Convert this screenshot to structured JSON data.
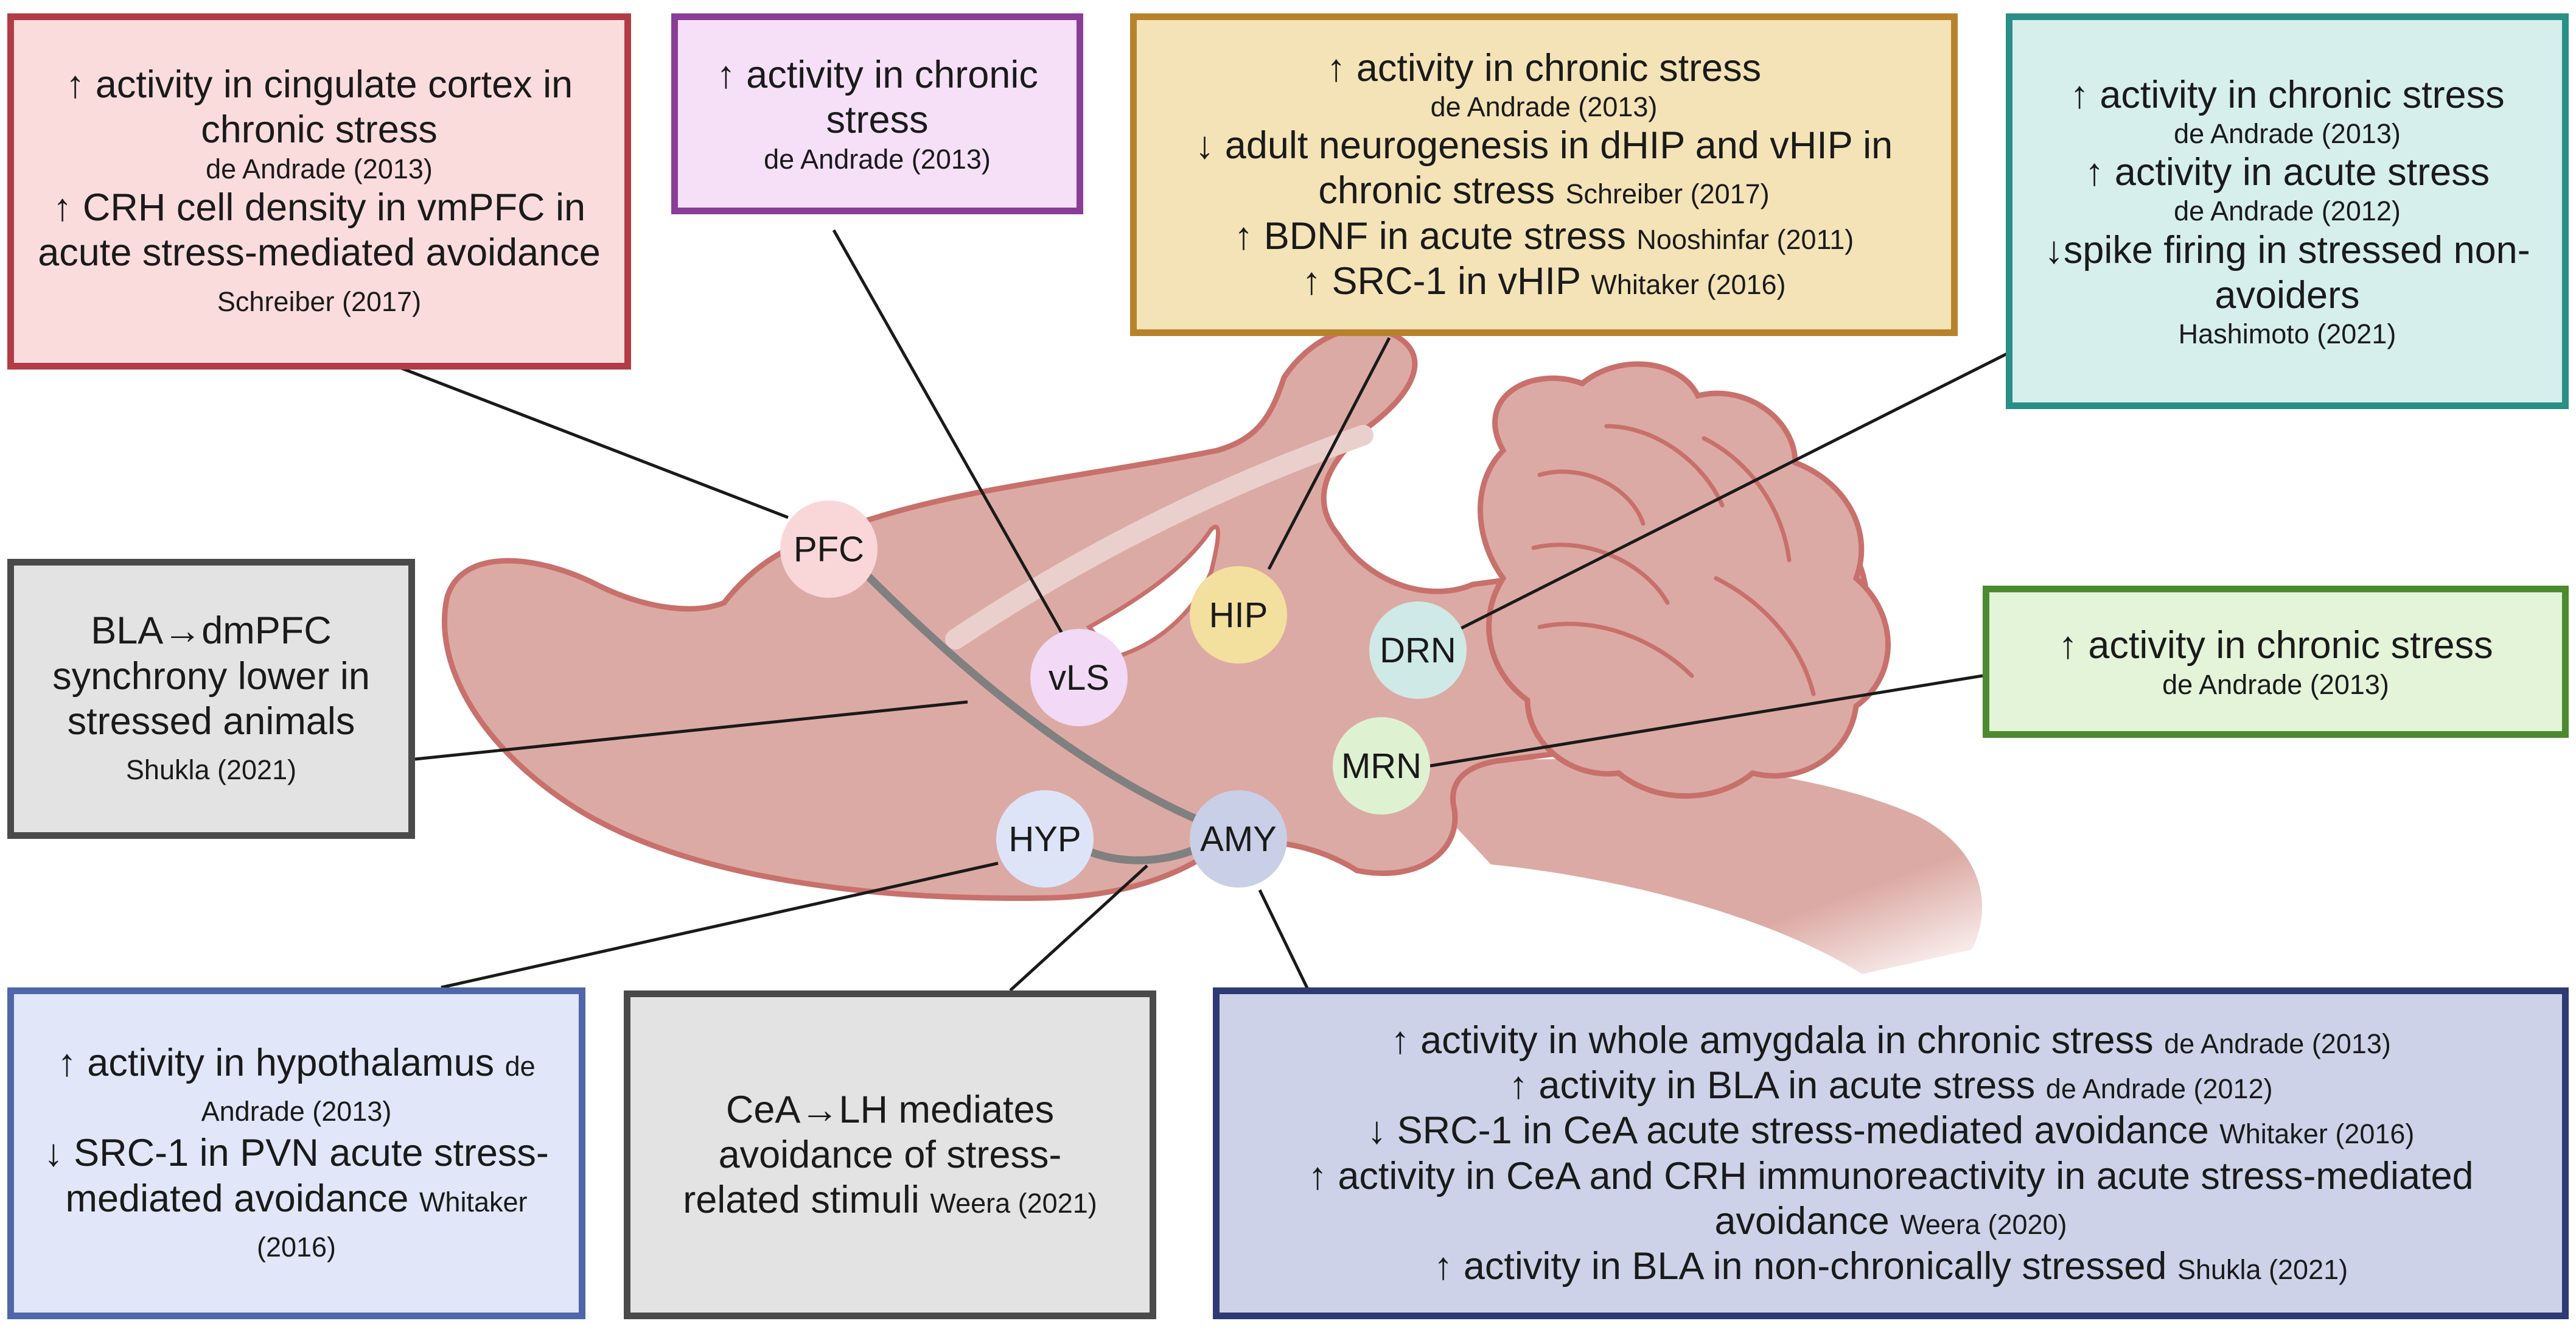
{
  "colors": {
    "brain_fill": "#dcaaa4",
    "brain_stroke": "#c8706c",
    "connector": "#808080",
    "leader_line": "#1a1a1a"
  },
  "regions": {
    "pfc": {
      "label": "PFC",
      "color": "#f9d7d8"
    },
    "vls": {
      "label": "vLS",
      "color": "#f2d9f5"
    },
    "hip": {
      "label": "HIP",
      "color": "#f3df9e"
    },
    "drn": {
      "label": "DRN",
      "color": "#cfe9e6"
    },
    "mrn": {
      "label": "MRN",
      "color": "#def2d2"
    },
    "hyp": {
      "label": "HYP",
      "color": "#dde4f8"
    },
    "amy": {
      "label": "AMY",
      "color": "#c9cfe6"
    }
  },
  "boxes": {
    "pfc": {
      "border": "#b23c45",
      "bg": "#fbdcdd",
      "lines": [
        {
          "text": "↑ activity in cingulate cortex in chronic stress",
          "cite": "de Andrade (2013)"
        },
        {
          "text": "↑ CRH cell density in vmPFC in acute stress-mediated avoidance",
          "cite": "Schreiber (2017)"
        }
      ]
    },
    "vls": {
      "border": "#8a3d97",
      "bg": "#f6e0f8",
      "lines": [
        {
          "text": "↑ activity in chronic stress",
          "cite": "de Andrade (2013)"
        }
      ]
    },
    "hip": {
      "border": "#b8822c",
      "bg": "#f4e3b6",
      "lines": [
        {
          "text": "↑ activity in chronic stress",
          "cite": "de Andrade (2013)"
        },
        {
          "text": "↓ adult neurogenesis in dHIP and vHIP in chronic stress",
          "cite": "Schreiber (2017)"
        },
        {
          "text": "↑ BDNF in acute stress",
          "cite": "Nooshinfar (2011)"
        },
        {
          "text": "↑ SRC-1 in vHIP",
          "cite": "Whitaker (2016)"
        }
      ]
    },
    "drn": {
      "border": "#2a8f86",
      "bg": "#d6efec",
      "lines": [
        {
          "text": "↑ activity in chronic stress",
          "cite": "de Andrade (2013)"
        },
        {
          "text": "↑ activity in acute stress",
          "cite": "de Andrade (2012)"
        },
        {
          "text": "↓spike firing in stressed non-avoiders",
          "cite": "Hashimoto (2021)"
        }
      ]
    },
    "mrn": {
      "border": "#4b8a2f",
      "bg": "#e3f4d9",
      "lines": [
        {
          "text": "↑ activity in chronic stress",
          "cite": "de Andrade (2013)"
        }
      ]
    },
    "bla_dmpfc": {
      "border": "#4a4a4a",
      "bg": "#e3e3e3",
      "lines": [
        {
          "text": "BLA→dmPFC synchrony lower in stressed animals",
          "cite": "Shukla (2021)"
        }
      ]
    },
    "hyp": {
      "border": "#4f67a8",
      "bg": "#e1e6f8",
      "lines": [
        {
          "text": "↑ activity in hypothalamus",
          "cite": "de Andrade (2013)"
        },
        {
          "text": "↓ SRC-1 in PVN acute stress-mediated avoidance",
          "cite": "Whitaker (2016)"
        }
      ]
    },
    "cea_lh": {
      "border": "#4a4a4a",
      "bg": "#e3e3e3",
      "lines": [
        {
          "text": "CeA→LH mediates avoidance of stress-related stimuli",
          "cite": "Weera (2021)"
        }
      ]
    },
    "amy": {
      "border": "#2d3a73",
      "bg": "#cdd2e8",
      "lines": [
        {
          "text": "↑ activity in whole amygdala in chronic stress",
          "cite": "de Andrade (2013)"
        },
        {
          "text": "↑ activity in BLA in acute stress",
          "cite": "de Andrade (2012)"
        },
        {
          "text": "↓ SRC-1 in CeA acute stress-mediated avoidance",
          "cite": "Whitaker (2016)"
        },
        {
          "text": "↑ activity in CeA and CRH immunoreactivity in acute stress-mediated avoidance",
          "cite": "Weera (2020)"
        },
        {
          "text": "↑ activity in BLA in non-chronically stressed",
          "cite": "Shukla (2021)"
        }
      ]
    }
  }
}
